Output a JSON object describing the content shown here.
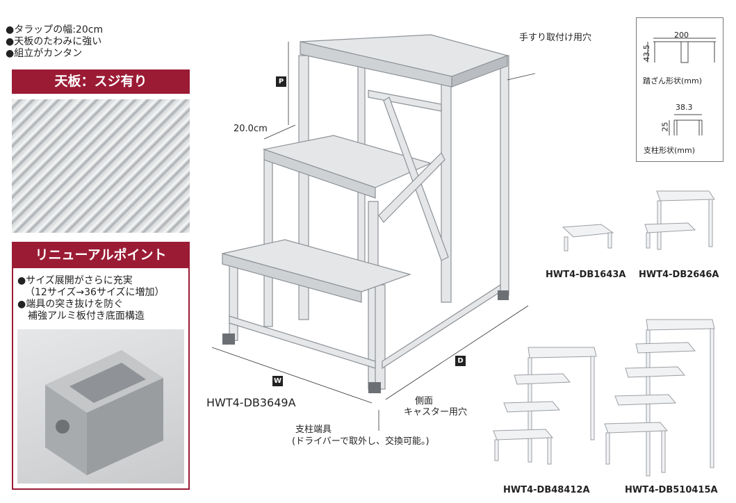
{
  "features": [
    "●タラップの幅:20cm",
    "●天板のたわみに強い",
    "●組立がカンタン"
  ],
  "top_plate": {
    "title": "天板：スジ有り"
  },
  "renewal": {
    "title": "リニューアルポイント",
    "lines": [
      "●サイズ展開がさらに充実",
      "（12サイズ→36サイズに増加）",
      "●端具の突き抜けを防ぐ",
      "補強アルミ板付き底面構造"
    ]
  },
  "main": {
    "handrail_hole": "手すり取付け用穴",
    "p_label": "P",
    "step_width": "20.0cm",
    "w_label": "W",
    "d_label": "D",
    "model": "HWT4-DB3649A",
    "caster_hole": [
      "側面",
      "キャスター用穴"
    ],
    "foot_cap": "支柱端具",
    "foot_cap_note": "(ドライバーで取外し、交換可能。)"
  },
  "dimensions": {
    "tread_width": "200",
    "tread_height": "43.5",
    "tread_caption": "踏ざん形状(mm)",
    "post_width": "38.3",
    "post_height": "25",
    "post_caption": "支柱形状(mm)"
  },
  "variants": [
    "HWT4-DB1643A",
    "HWT4-DB2646A",
    "HWT4-DB48412A",
    "HWT4-DB510415A"
  ],
  "colors": {
    "accent": "#9b1b35"
  }
}
